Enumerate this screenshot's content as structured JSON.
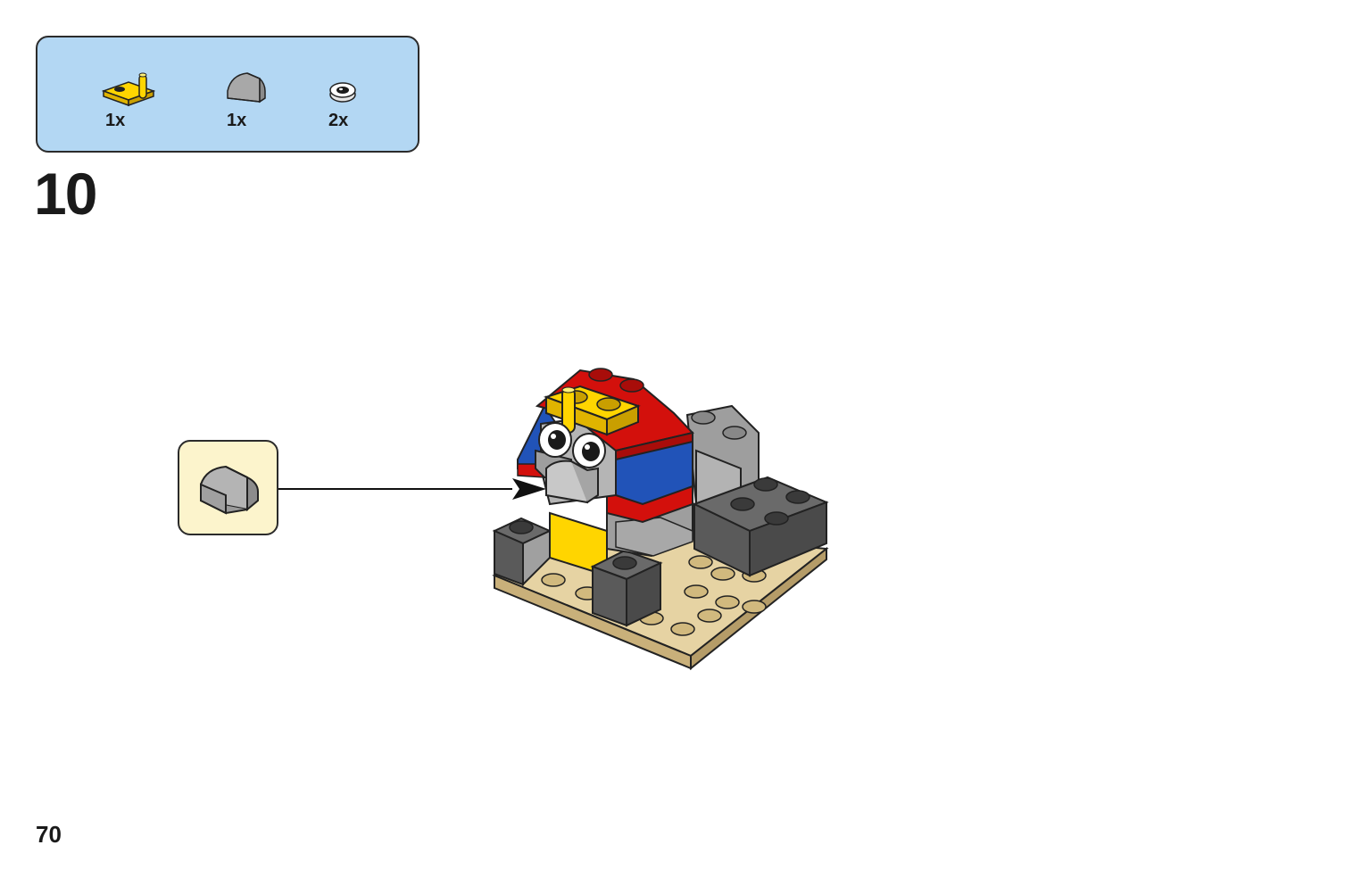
{
  "parts_panel": {
    "parts": [
      {
        "icon": "yellow-plate-with-bar-icon",
        "quantity": "1x"
      },
      {
        "icon": "gray-curved-slope-icon",
        "quantity": "1x"
      },
      {
        "icon": "white-eye-tile-icon",
        "quantity": "2x"
      }
    ]
  },
  "step": {
    "number": "10"
  },
  "callout": {
    "icon": "gray-curved-slope-icon"
  },
  "page": {
    "number": "70"
  },
  "colors": {
    "parts_panel_bg": "#b3d7f3",
    "callout_bg": "#fcf4cc",
    "brick_red": "#d3100c",
    "brick_blue": "#2153b8",
    "brick_yellow": "#ffd500",
    "brick_gray": "#9b9b9b",
    "brick_dark_gray": "#626262",
    "brick_tan": "#d9c38f"
  }
}
